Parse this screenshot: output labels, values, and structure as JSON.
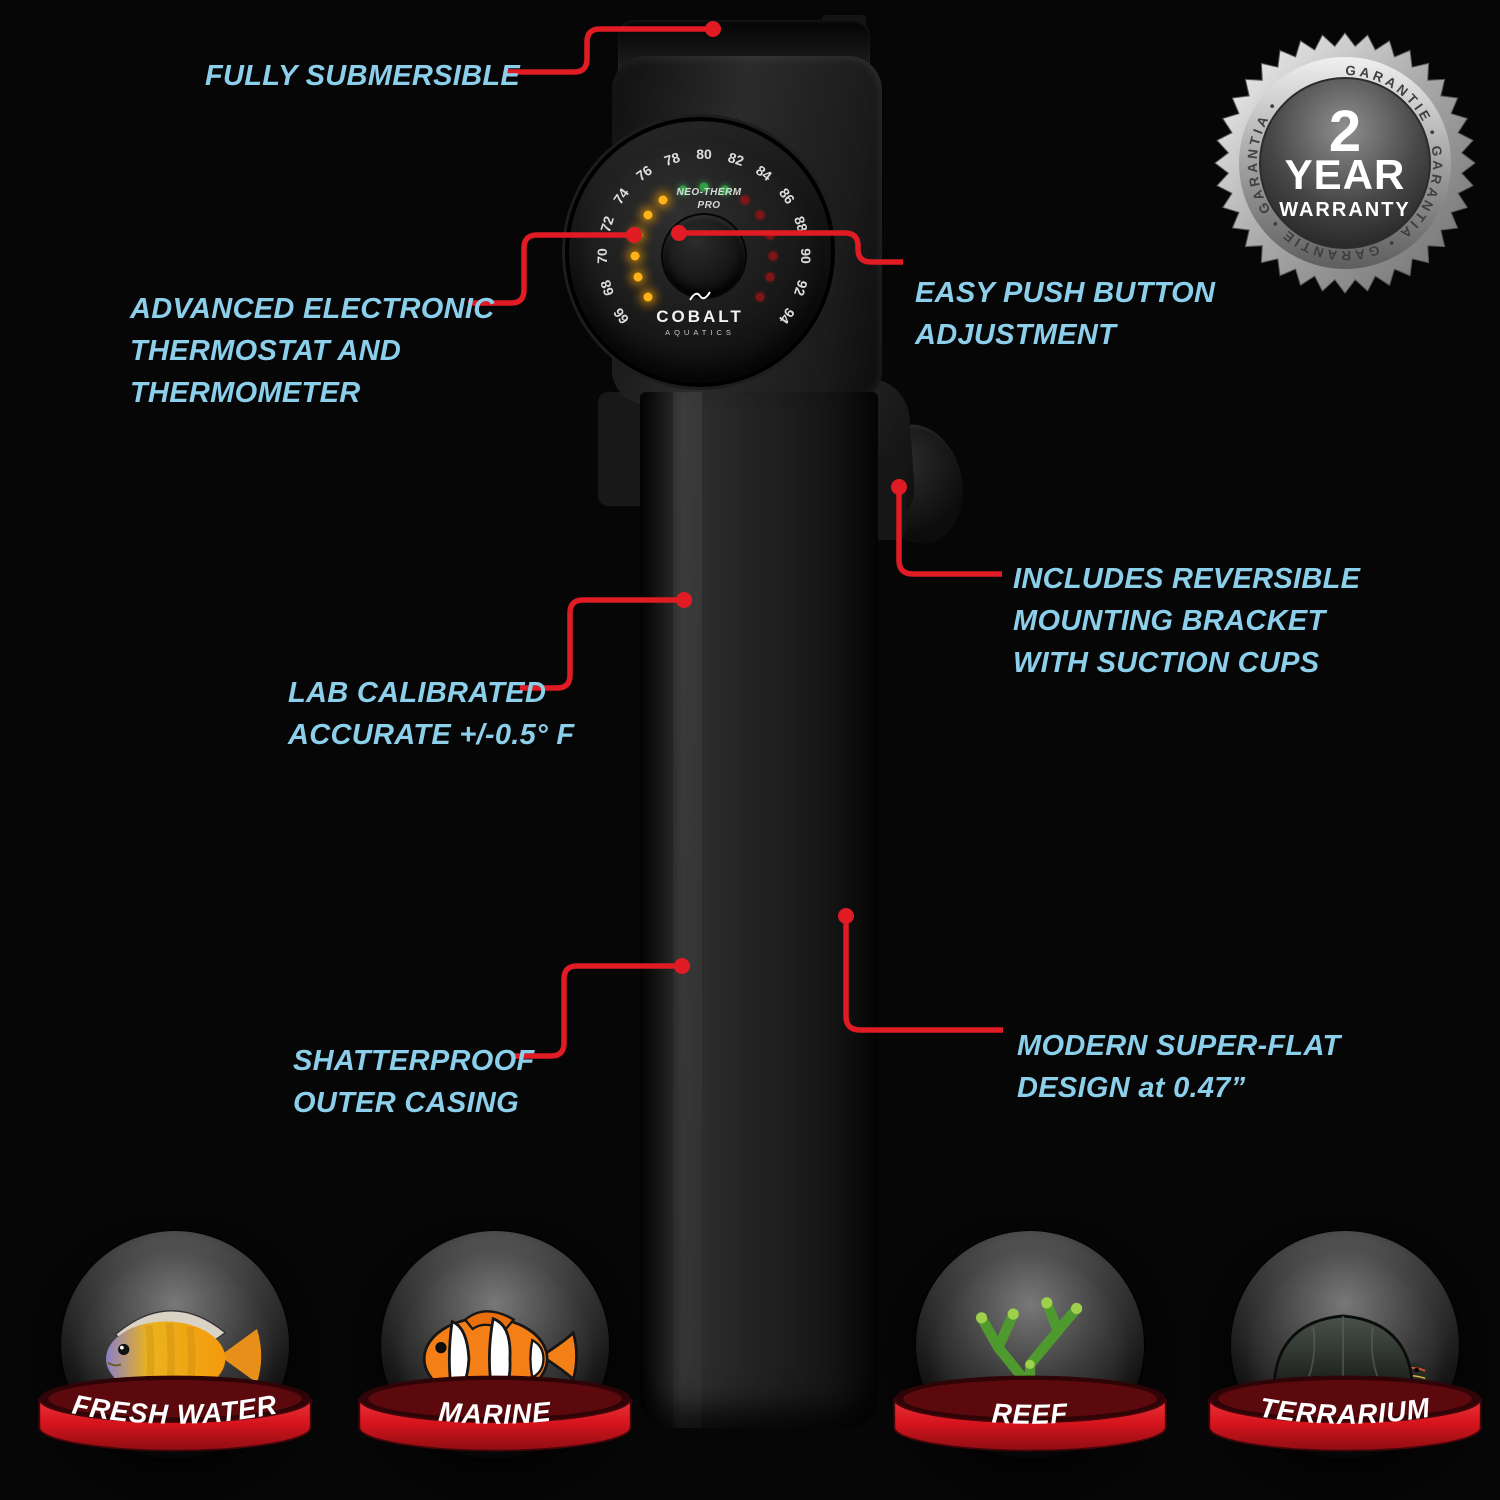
{
  "callouts": {
    "fully_submersible": "FULLY SUBMERSIBLE",
    "thermostat": "ADVANCED ELECTRONIC\nTHERMOSTAT AND\nTHERMOMETER",
    "push_button": "EASY PUSH BUTTON\nADJUSTMENT",
    "mounting_bracket": "INCLUDES REVERSIBLE\nMOUNTING BRACKET\nWITH SUCTION CUPS",
    "lab_calibrated": "LAB CALIBRATED\nACCURATE +/-0.5° F",
    "shatterproof": "SHATTERPROOF\nOUTER CASING",
    "flat_design": "MODERN SUPER-FLAT\nDESIGN at 0.47”"
  },
  "device": {
    "brand": "COBALT",
    "brand_sub": "AQUATICS",
    "model": "NEO-THERM\nPRO",
    "dial_numbers": [
      "66",
      "68",
      "70",
      "72",
      "74",
      "76",
      "78",
      "80",
      "82",
      "84",
      "86",
      "88",
      "90",
      "92",
      "94"
    ]
  },
  "warranty_badge": {
    "number": "2",
    "word1": "YEAR",
    "word2": "WARRANTY",
    "rim_text": "GARANTIE • GARANTIA • GARANTIE • GARANTIA •"
  },
  "categories": [
    {
      "label": "FRESH WATER",
      "icon": "cichlid-fish-icon"
    },
    {
      "label": "MARINE",
      "icon": "clownfish-icon"
    },
    {
      "label": "REEF",
      "icon": "coral-icon"
    },
    {
      "label": "TERRARIUM",
      "icon": "turtle-icon"
    }
  ],
  "colors": {
    "background": "#060606",
    "callout_text": "#8ccfeb",
    "leader_line": "#e01b24",
    "ribbon_red": "#d8151e"
  }
}
